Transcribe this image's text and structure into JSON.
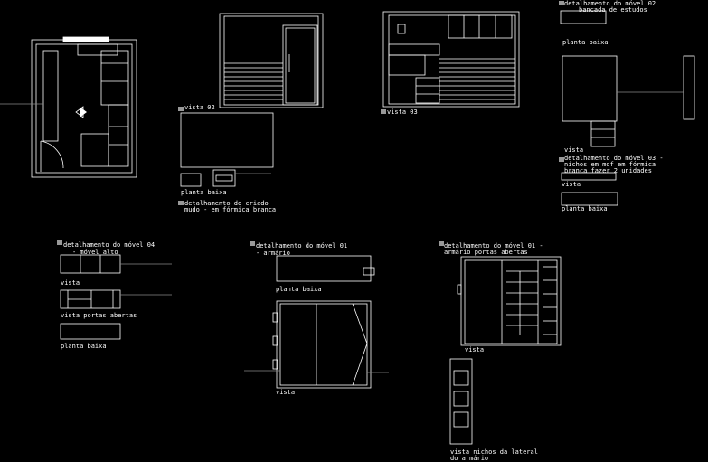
{
  "labels": {
    "vista02": "vista 02",
    "planta_baixa_gaveta": "planta baixa",
    "det_criado": "detalhamento do criado mudo - em fórmica branca",
    "vista03": "vista 03",
    "det_movel02": "detalhamento do móvel 02",
    "det_movel02_sub": "bancada de estudos",
    "planta_baixa_m02": "planta baixa",
    "vista_m02": "vista",
    "det_movel03": "detalhamento do móvel 03 - nichos em mdf em fórmica branca fazer 2 unidades",
    "vista_m03": "vista",
    "planta_baixa_m03": "planta baixa",
    "det_movel04": "detalhamento do móvel 04",
    "det_movel04_sub": "- móvel alto",
    "vista_m04": "vista",
    "vista_portas_abertas_m04": "vista portas abertas",
    "planta_baixa_m04": "planta baixa",
    "det_movel01_a": "detalhamento do móvel 01",
    "det_movel01_a_sub": "- armário",
    "planta_baixa_m01": "planta baixa",
    "vista_m01": "vista",
    "det_movel01_b": "detalhamento do móvel 01 - armário portas abertas",
    "vista_m01_b": "vista",
    "vista_nichos": "vista nichos da lateral do armário"
  },
  "colors": {
    "background": "#000000",
    "lines": "#ffffff",
    "accent": "#9a9a9a"
  }
}
